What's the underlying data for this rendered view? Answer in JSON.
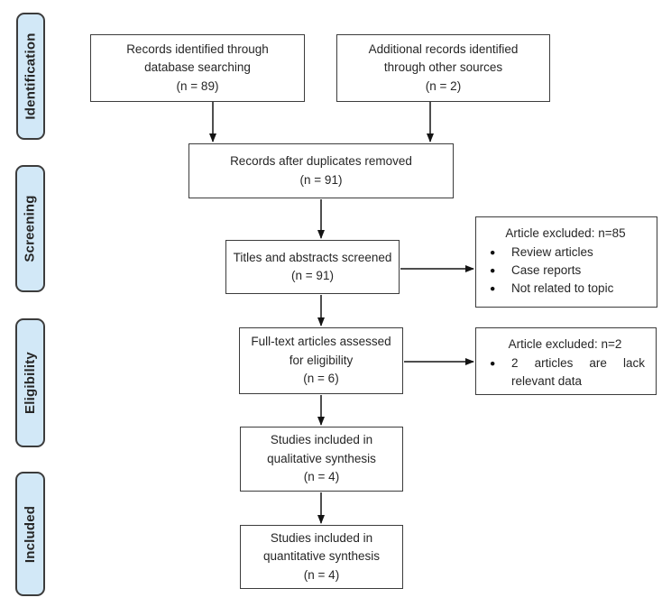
{
  "title": "PRISMA flow diagram",
  "bullet_glyph": "●",
  "colors": {
    "stage_fill": "#d2e8f7",
    "stage_border": "#3c3c3c",
    "box_border": "#3c3c3c",
    "arrow": "#141414"
  },
  "stages": [
    {
      "label": "Identification"
    },
    {
      "label": "Screening"
    },
    {
      "label": "Eligibility"
    },
    {
      "label": "Included"
    }
  ],
  "boxes": {
    "db_search": {
      "lines": [
        "Records identified through",
        "database searching",
        "(n = 89)"
      ]
    },
    "other_sources": {
      "lines": [
        "Additional records identified",
        "through other sources",
        "(n = 2)"
      ]
    },
    "dedup": {
      "lines": [
        "Records after duplicates removed",
        "(n = 91)"
      ]
    },
    "screened": {
      "lines": [
        "Titles and abstracts screened",
        "(n = 91)"
      ]
    },
    "fulltext": {
      "lines": [
        "Full-text articles assessed",
        "for eligibility",
        "(n = 6)"
      ]
    },
    "qualitative": {
      "lines": [
        "Studies included in",
        "qualitative synthesis",
        "(n = 4)"
      ]
    },
    "quantitative": {
      "lines": [
        "Studies included in",
        "quantitative synthesis",
        "(n = 4)"
      ]
    },
    "excluded_screening": {
      "title": "Article excluded: n=85",
      "bullets": [
        "Review articles",
        "Case reports",
        "Not related to topic"
      ]
    },
    "excluded_eligibility": {
      "title": "Article excluded: n=2",
      "bullets": [
        "2 articles are lack relevant data"
      ]
    }
  }
}
